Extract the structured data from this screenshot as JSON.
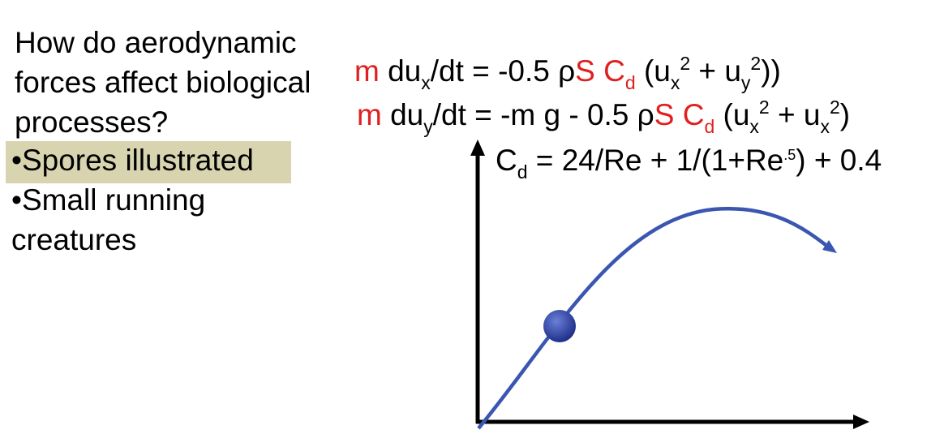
{
  "question": {
    "line1": "How do aerodynamic",
    "line2": "forces affect biological",
    "line3": "processes?"
  },
  "bullets": [
    {
      "text": "•Spores illustrated",
      "highlighted": true
    },
    {
      "text": "•Small running"
    },
    {
      "text": "creatures"
    }
  ],
  "equations": {
    "eq1": {
      "m": "m",
      "du": "du",
      "x_sub": "x",
      "mid": "/dt = -0.5 ",
      "rho": "ρ",
      "S": "S",
      "C": "C",
      "d_sub": "d",
      "paren_open": " (u",
      "x_sub2": "x",
      "sq1": "2",
      "plus": " + u",
      "y_sub": "y",
      "sq2": "2",
      "close": "))"
    },
    "eq2": {
      "m": "m",
      "du": "du",
      "y_sub": "y",
      "mid": "/dt = -m g -  0.5 ",
      "rho": "ρ",
      "S": "S",
      "C": "C",
      "d_sub": "d",
      "paren_open": " (u",
      "x_sub": "x",
      "sq1": "2",
      "plus": " + u",
      "x_sub2": "x",
      "sq2": "2",
      "close": ")"
    },
    "eq3": {
      "C": "C",
      "d_sub": "d",
      "mid": " = 24/Re + 1/(1+Re",
      "exp": ".5",
      "end": ") + 0.4"
    }
  },
  "colors": {
    "highlight": "#d9d4b0",
    "red": "#e02020",
    "curve": "#3a56b0",
    "axis": "#000000"
  }
}
